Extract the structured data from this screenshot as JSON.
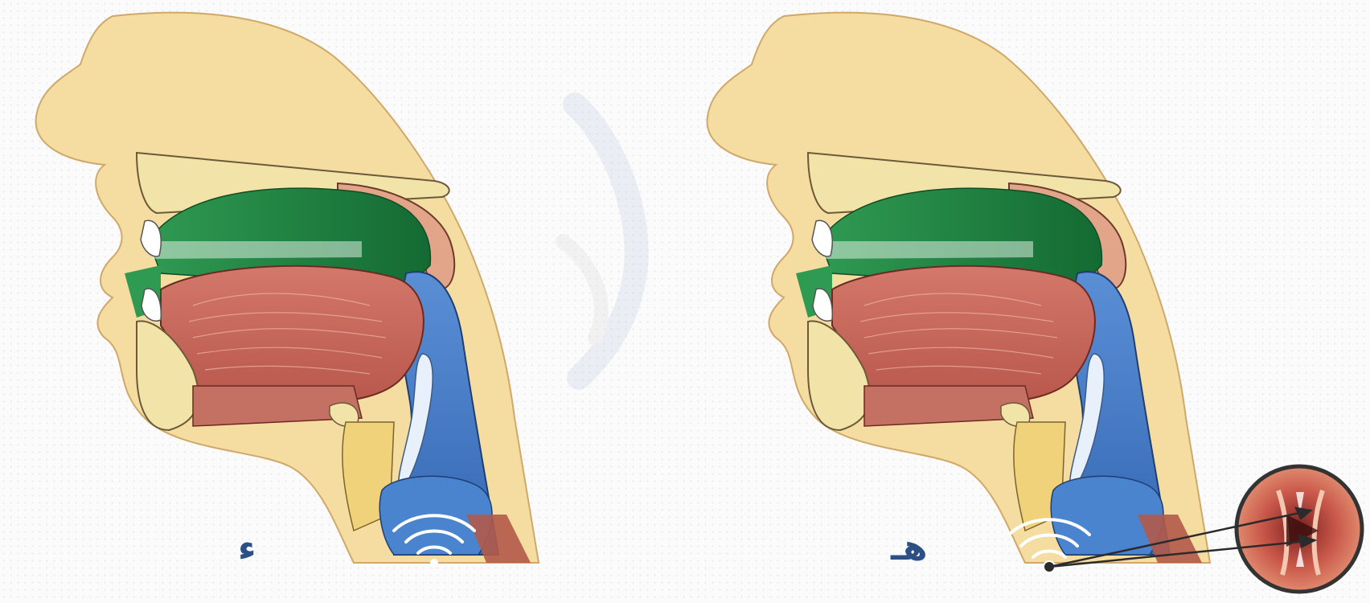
{
  "panels": [
    {
      "id": "left",
      "label": "ء",
      "label_color": "#2c4f86",
      "shows_larynx_inset": false
    },
    {
      "id": "right",
      "label": "هـ",
      "label_color": "#2c4f86",
      "shows_larynx_inset": true
    }
  ],
  "colors": {
    "skin": "#f5dca0",
    "bone": "#f2e4a8",
    "oral_cavity": "#1f7a3c",
    "pharynx": "#3e78c4",
    "tongue": "#c8665a",
    "palate": "#e3a58a",
    "inset_ring": "#333333",
    "label": "#2c4f86"
  },
  "icons": [
    "sound-wave-icon",
    "larynx-inset-icon",
    "watermark-logo"
  ]
}
